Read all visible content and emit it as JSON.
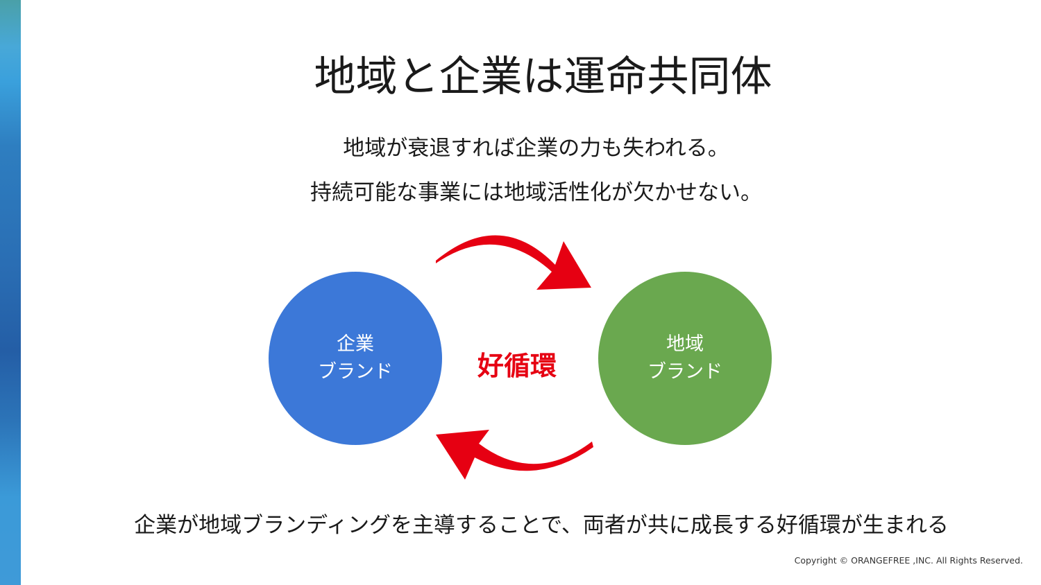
{
  "title": "地域と企業は運命共同体",
  "subtitle_lines": [
    "地域が衰退すれば企業の力も失われる。",
    "持続可能な事業には地域活性化が欠かせない。"
  ],
  "diagram": {
    "left_circle": {
      "line1": "企業",
      "line2": "ブランド",
      "color": "#3c78d8"
    },
    "right_circle": {
      "line1": "地域",
      "line2": "ブランド",
      "color": "#6aa84f"
    },
    "center_label": "好循環",
    "arrow_color": "#e60012"
  },
  "conclusion": "企業が地域ブランディングを主導することで、両者が共に成長する好循環が生まれる",
  "copyright": "Copyright © ORANGEFREE ,INC. All Rights Reserved."
}
